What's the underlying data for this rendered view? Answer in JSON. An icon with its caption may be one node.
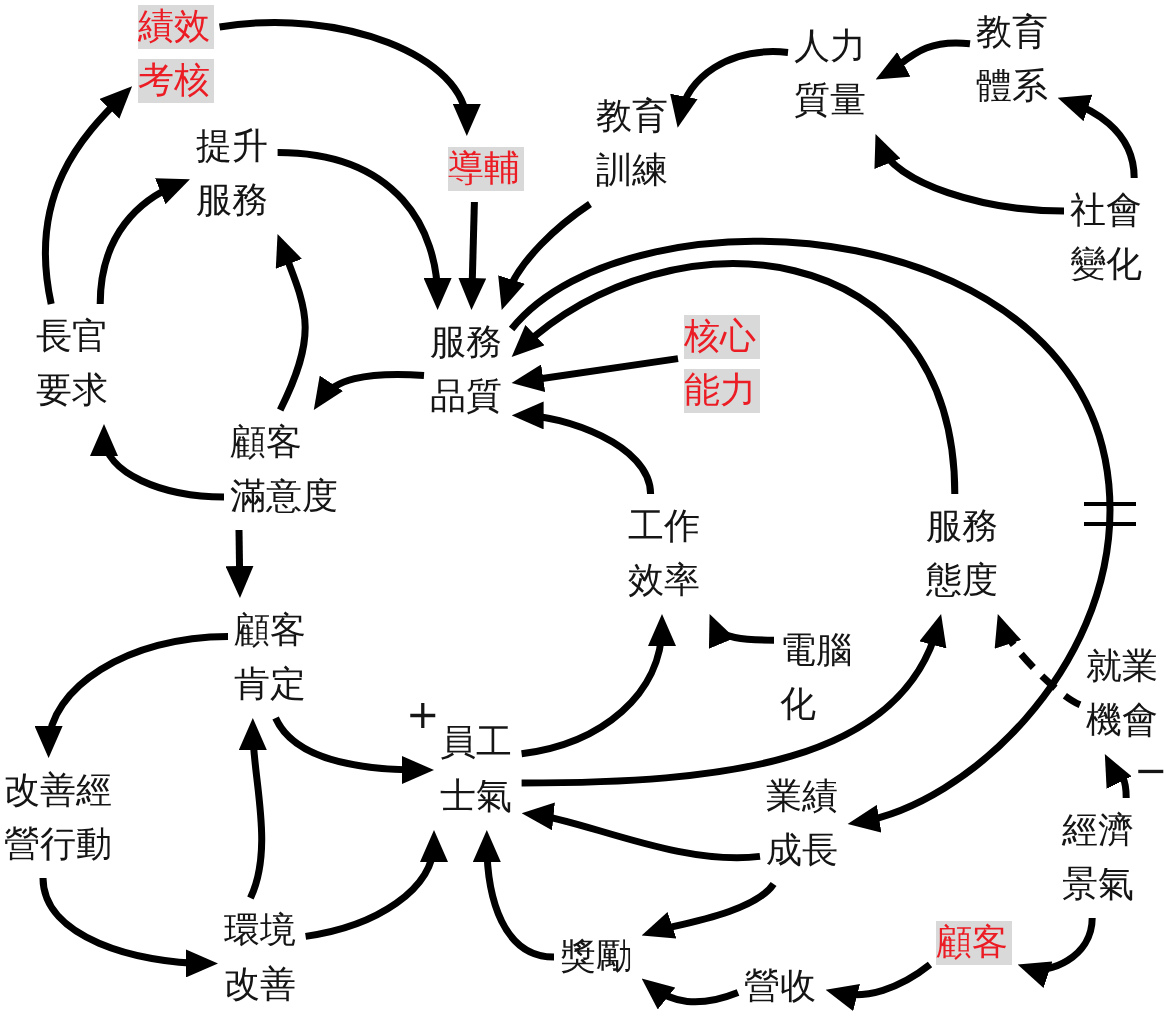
{
  "diagram": {
    "nodes": [
      {
        "text": [
          "績效考核"
        ]
      },
      {
        "text": [
          "導輔"
        ]
      },
      {
        "text": [
          "人力質量"
        ]
      },
      {
        "text": [
          "教育體系"
        ]
      },
      {
        "text": [
          "教育訓練"
        ]
      },
      {
        "text": [
          "提升服務"
        ]
      },
      {
        "text": [
          "社會變化"
        ]
      },
      {
        "text": [
          "長官要求"
        ]
      },
      {
        "text": [
          "服務品質"
        ]
      },
      {
        "text": [
          "核心能力"
        ]
      },
      {
        "text": [
          "顧客滿意度"
        ]
      },
      {
        "text": [
          "工作效率"
        ]
      },
      {
        "text": [
          "服務態度"
        ]
      },
      {
        "text": [
          "就業機會"
        ]
      },
      {
        "text": [
          "電腦化"
        ]
      },
      {
        "text": [
          "顧客肯定"
        ]
      },
      {
        "text": [
          "改善經營行動"
        ]
      },
      {
        "text": [
          "員工士氣"
        ]
      },
      {
        "text": [
          "業績成長"
        ]
      },
      {
        "text": [
          "經濟景氣"
        ]
      },
      {
        "text": [
          "環境改善"
        ]
      },
      {
        "text": [
          "獎勵"
        ]
      },
      {
        "text": [
          "顧客"
        ]
      },
      {
        "text": [
          "營收"
        ]
      }
    ],
    "edges": [
      {
        "from": 0,
        "to": 1,
        "arrow": "to"
      },
      {
        "from": 7,
        "to": 0,
        "arrow": "to"
      },
      {
        "from": 7,
        "to": 5,
        "arrow": "to"
      },
      {
        "from": 5,
        "to": 8,
        "arrow": "to"
      },
      {
        "from": 1,
        "to": 8,
        "arrow": "to"
      },
      {
        "from": 4,
        "to": 8,
        "arrow": "to"
      },
      {
        "from": 2,
        "to": 4,
        "arrow": "to"
      },
      {
        "from": 3,
        "to": 2,
        "arrow": "to"
      },
      {
        "from": 6,
        "to": 3,
        "arrow": "to"
      },
      {
        "from": 6,
        "to": 2,
        "arrow": "to"
      },
      {
        "from": 8,
        "to": 10,
        "arrow": "to"
      },
      {
        "from": 10,
        "to": 5,
        "arrow": "to"
      },
      {
        "from": 10,
        "to": 7,
        "arrow": "to"
      },
      {
        "from": 10,
        "to": 15,
        "arrow": "to"
      },
      {
        "from": 9,
        "to": 8,
        "arrow": "to"
      },
      {
        "from": 11,
        "to": 8,
        "arrow": "to"
      },
      {
        "from": 12,
        "to": 8,
        "arrow": "to"
      },
      {
        "from": 8,
        "to": 18,
        "arrow": "to"
      },
      {
        "from": 17,
        "to": 11,
        "arrow": "to"
      },
      {
        "from": 17,
        "to": 12,
        "arrow": "to"
      },
      {
        "from": 14,
        "to": 11,
        "arrow": "to"
      },
      {
        "from": 13,
        "to": 12,
        "arrow": "to",
        "style": "dashed"
      },
      {
        "from": 19,
        "to": 13,
        "arrow": "to"
      },
      {
        "from": 19,
        "to": 22,
        "arrow": "to"
      },
      {
        "from": 22,
        "to": 23,
        "arrow": "to"
      },
      {
        "from": 23,
        "to": 21,
        "arrow": "to"
      },
      {
        "from": 18,
        "to": 21,
        "arrow": "to"
      },
      {
        "from": 18,
        "to": 17,
        "arrow": "to"
      },
      {
        "from": 21,
        "to": 17,
        "arrow": "to"
      },
      {
        "from": 15,
        "to": 16,
        "arrow": "to"
      },
      {
        "from": 15,
        "to": 17,
        "arrow": "to"
      },
      {
        "from": 16,
        "to": 20,
        "arrow": "to"
      },
      {
        "from": 20,
        "to": 15,
        "arrow": "to"
      },
      {
        "from": 20,
        "to": 17,
        "arrow": "to"
      }
    ],
    "labels": [
      "+",
      "−"
    ]
  }
}
